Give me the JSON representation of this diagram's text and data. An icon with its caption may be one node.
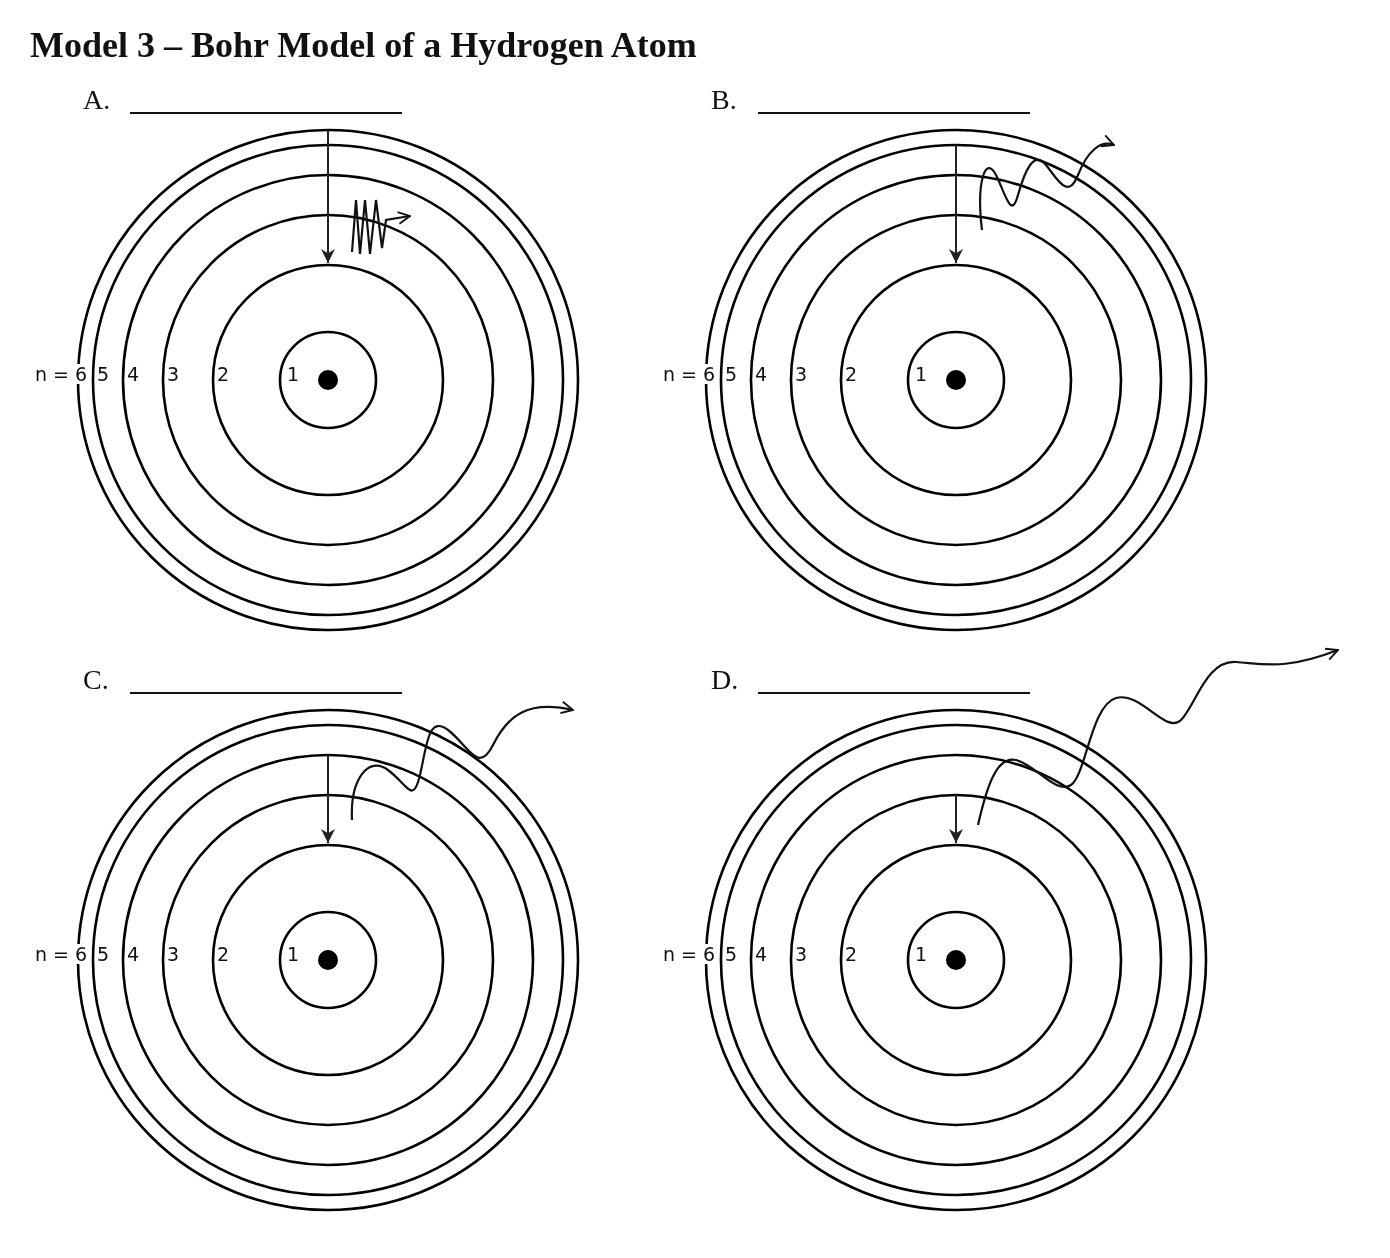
{
  "diagram": {
    "title": "Model 3 – Bohr Model of a Hydrogen Atom",
    "labels": [
      "A.",
      "B.",
      "n = 6",
      "5",
      "4",
      "3",
      "2",
      "1",
      "n = 6",
      "5",
      "4",
      "3",
      "2",
      "1",
      "C.",
      "D.",
      "n = 6",
      "5",
      "4",
      "3",
      "2",
      "1",
      "n = 6",
      "5",
      "4",
      "3",
      "2",
      "1"
    ]
  }
}
